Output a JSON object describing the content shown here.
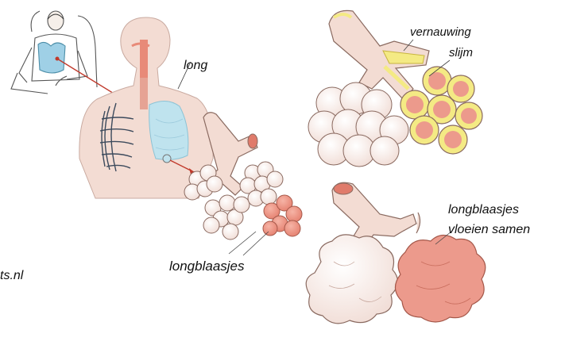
{
  "labels": {
    "lung": "long",
    "alveoli": "longblaasjes",
    "narrowing": "vernauwing",
    "mucus": "slijm",
    "alveoli_merge_line1": "longblaasjes",
    "alveoli_merge_line2": "vloeien samen",
    "source_fragment": "ts.nl"
  },
  "colors": {
    "skin": "#f3dcd3",
    "outline": "#8a6a60",
    "lung_blue": "#bfe3ee",
    "airway_red": "#e07b6b",
    "alveoli_diseased": "#ec9a8c",
    "mucus_yellow": "#f4ea84",
    "pointer_red": "#c0392b"
  },
  "icons": [
    "patient-figure",
    "torso-with-lungs",
    "bronchial-tree-healthy",
    "bronchial-tree-narrowed",
    "bronchial-tree-merged"
  ]
}
